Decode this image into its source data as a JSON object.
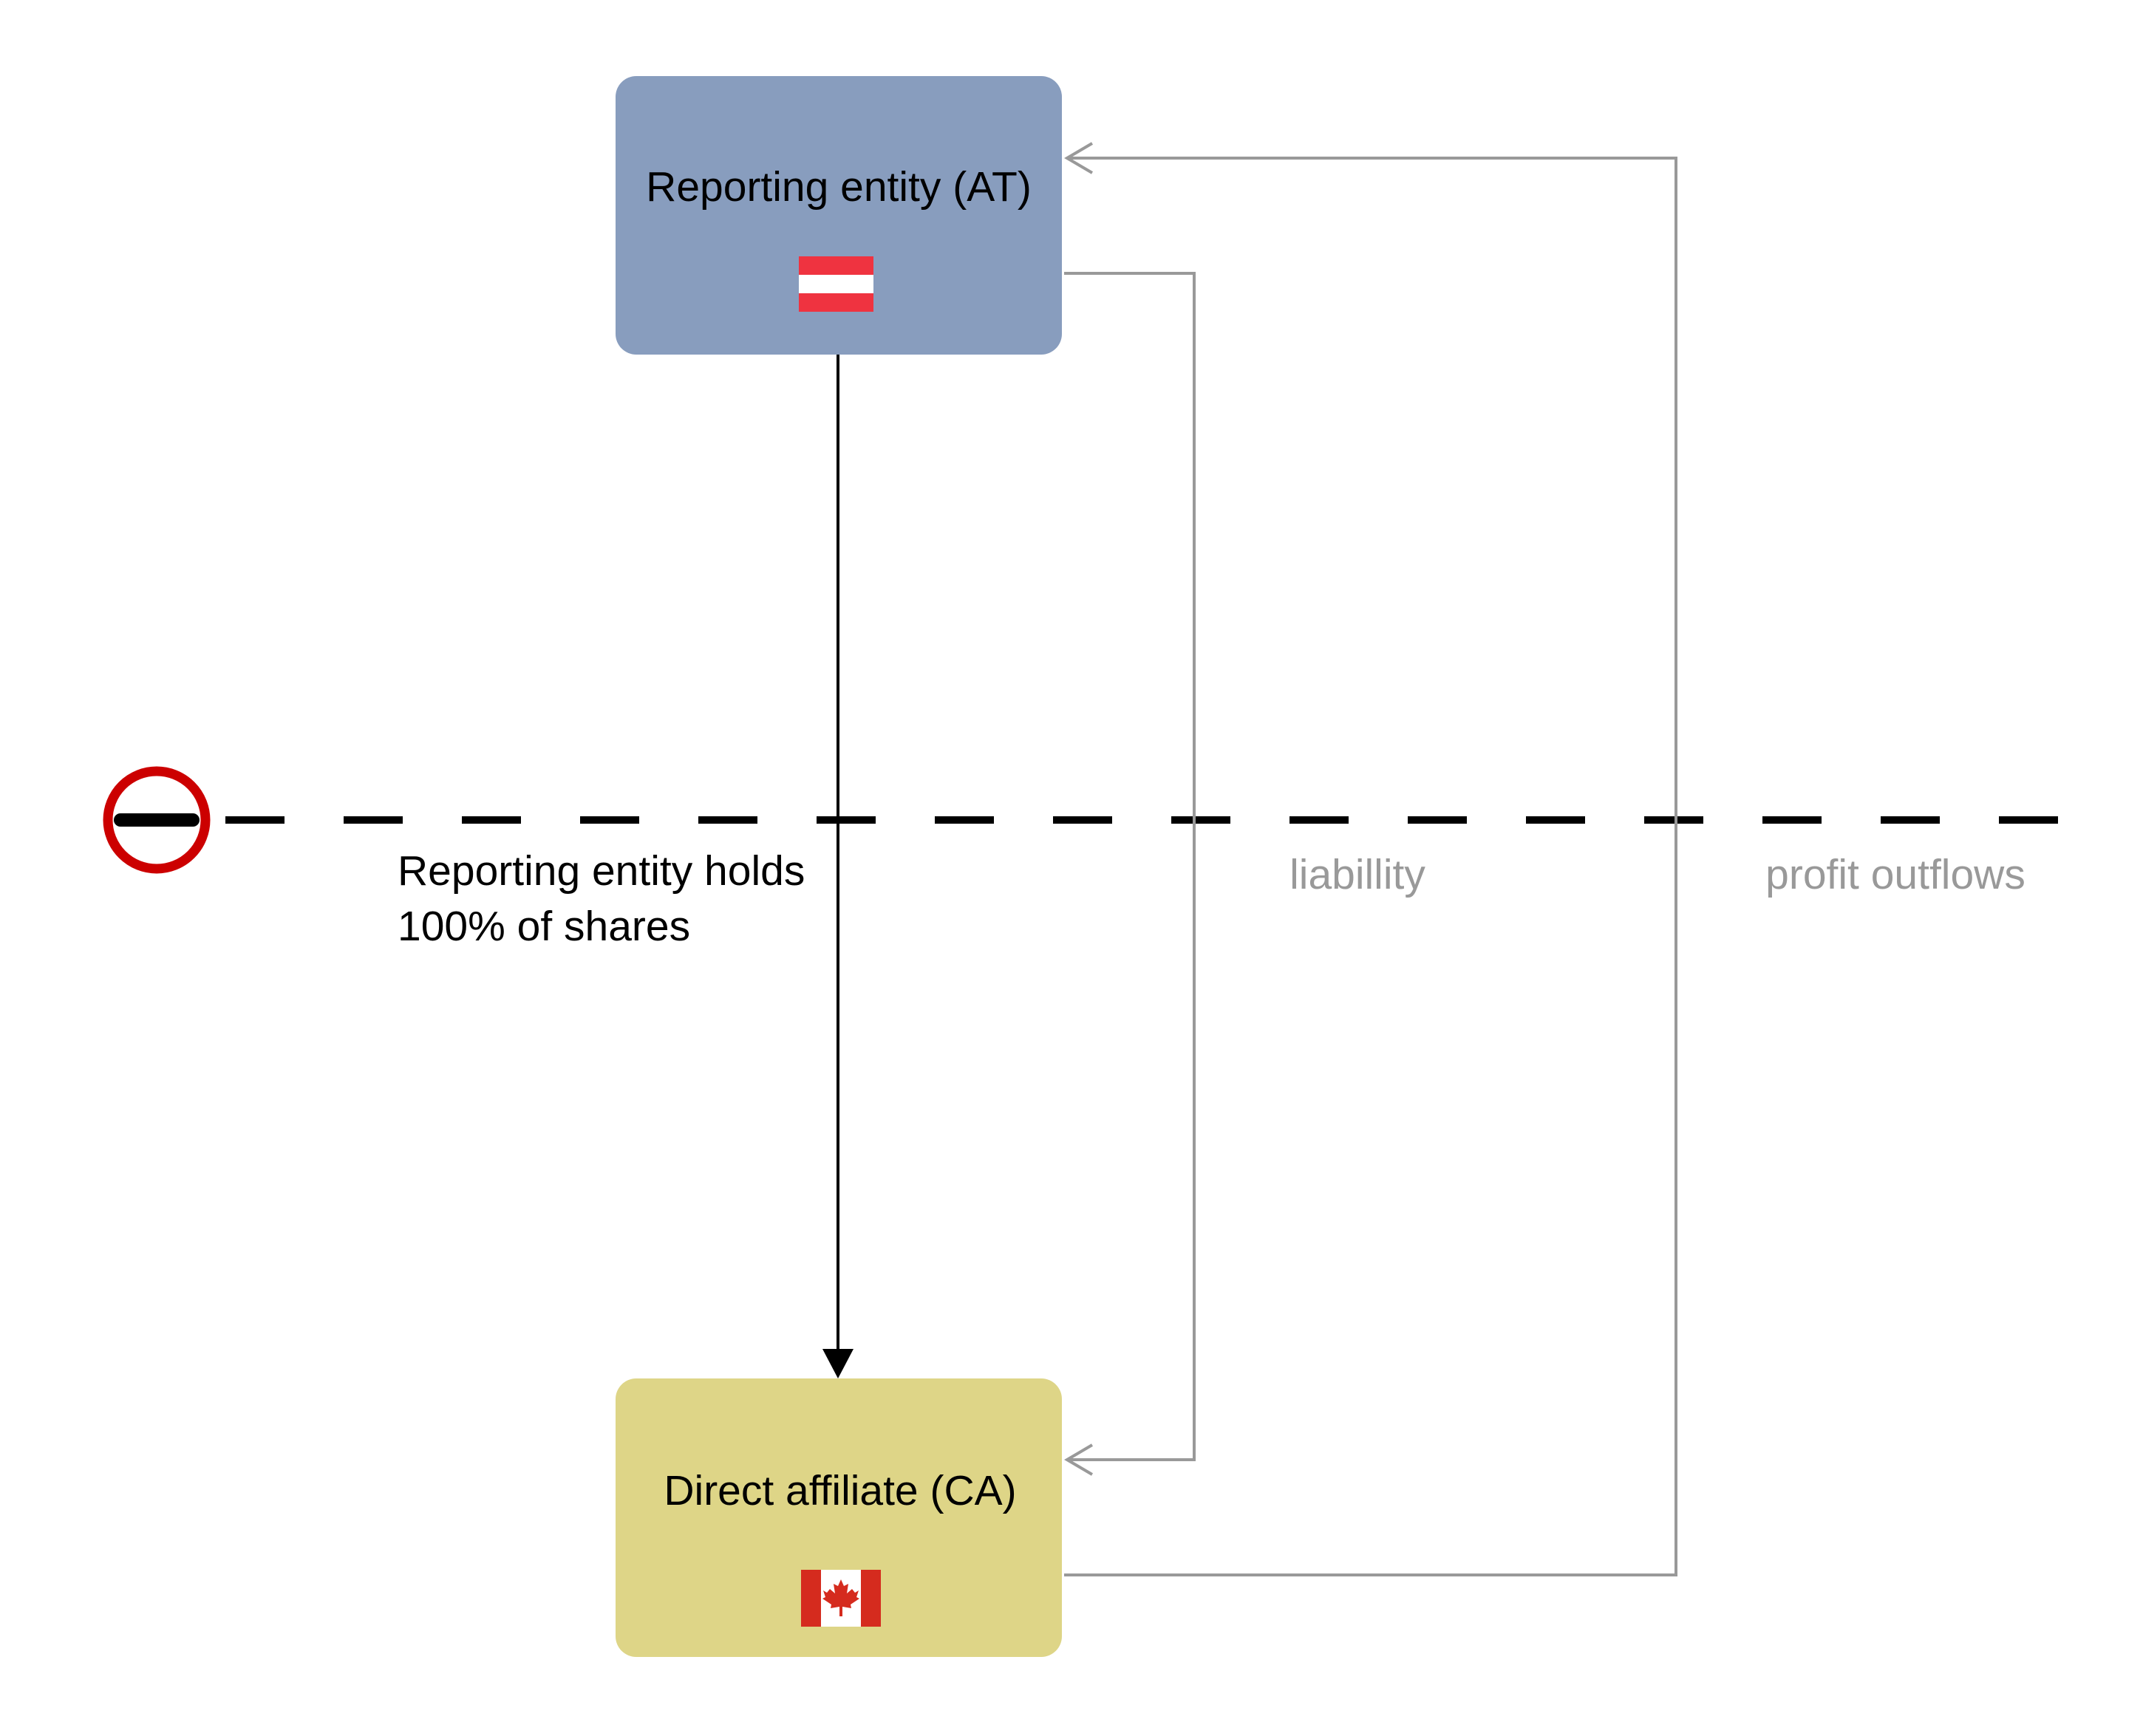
{
  "nodes": {
    "reporting_entity": {
      "label": "Reporting entity (AT)",
      "fill": "#889DBE",
      "flag": "austria-flag-icon"
    },
    "direct_affiliate": {
      "label": "Direct affiliate (CA)",
      "fill": "#DED587",
      "flag": "canada-flag-icon"
    }
  },
  "edges": {
    "shareholding": {
      "label_line1": "Reporting entity holds",
      "label_line2": "100% of shares",
      "color": "#000000"
    },
    "liability": {
      "label": "liabillity",
      "color": "#999999"
    },
    "profit_outflows": {
      "label": "profit outflows",
      "color": "#999999"
    }
  },
  "border": {
    "icon": "no-entry-icon",
    "color": "#CC0000"
  },
  "colors": {
    "austria_red": "#EF3340",
    "canada_red": "#D52B1E"
  }
}
